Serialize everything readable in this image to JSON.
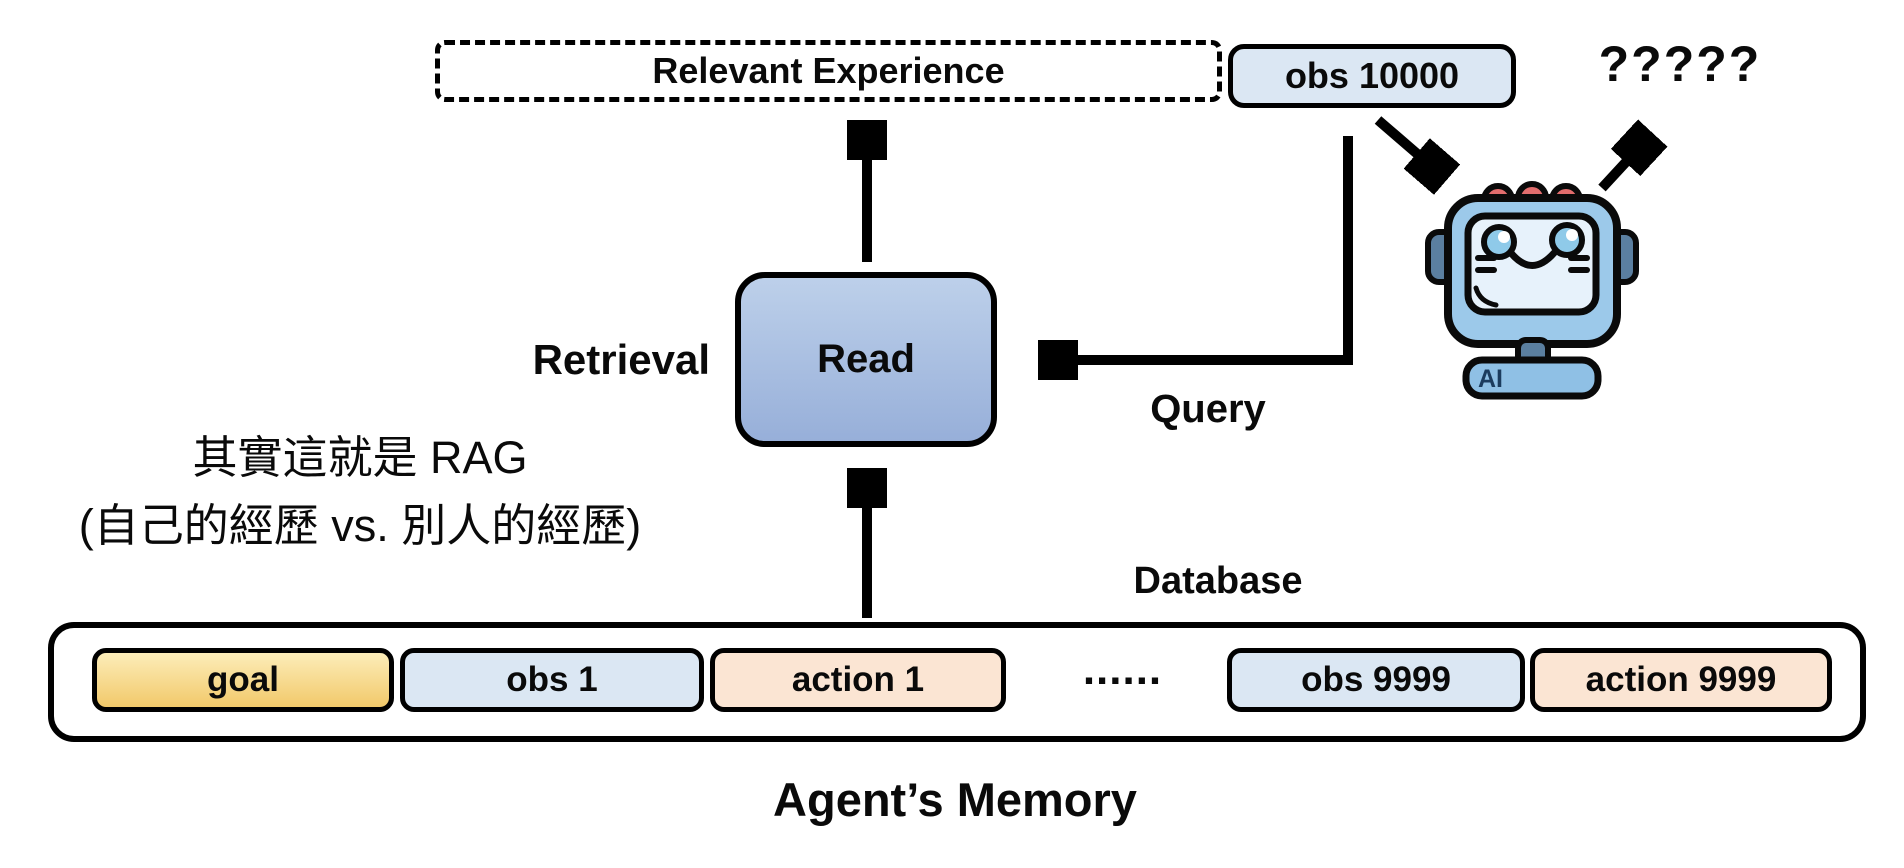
{
  "diagram": {
    "relevant_experience": "Relevant Experience",
    "obs_10000": "obs 10000",
    "unknown": "?????",
    "retrieval": "Retrieval",
    "read": "Read",
    "query": "Query",
    "note_line1": "其實這就是 RAG",
    "note_line2": "(自己的經歷 vs. 別人的經歷)",
    "database": "Database",
    "memory_title": "Agent’s Memory",
    "dots": "......",
    "memory_items": [
      {
        "label": "goal",
        "kind": "goal"
      },
      {
        "label": "obs 1",
        "kind": "obs"
      },
      {
        "label": "action 1",
        "kind": "action"
      },
      {
        "label": "obs 9999",
        "kind": "obs"
      },
      {
        "label": "action 9999",
        "kind": "action"
      }
    ],
    "robot_badge": "AI"
  },
  "colors": {
    "obs_fill": "#dbe7f3",
    "action_fill": "#fbe5d3",
    "goal_top": "#fcedb9",
    "goal_bottom": "#f2c96a",
    "read_top": "#bdd0ea",
    "read_bottom": "#97afd9",
    "arrow": "#000000",
    "robot_head": "#9cc9ea",
    "robot_screen": "#e7f2fb",
    "robot_dark": "#5b7fa0",
    "robot_bump": "#e26d6d",
    "robot_base": "#8fc0e5"
  }
}
